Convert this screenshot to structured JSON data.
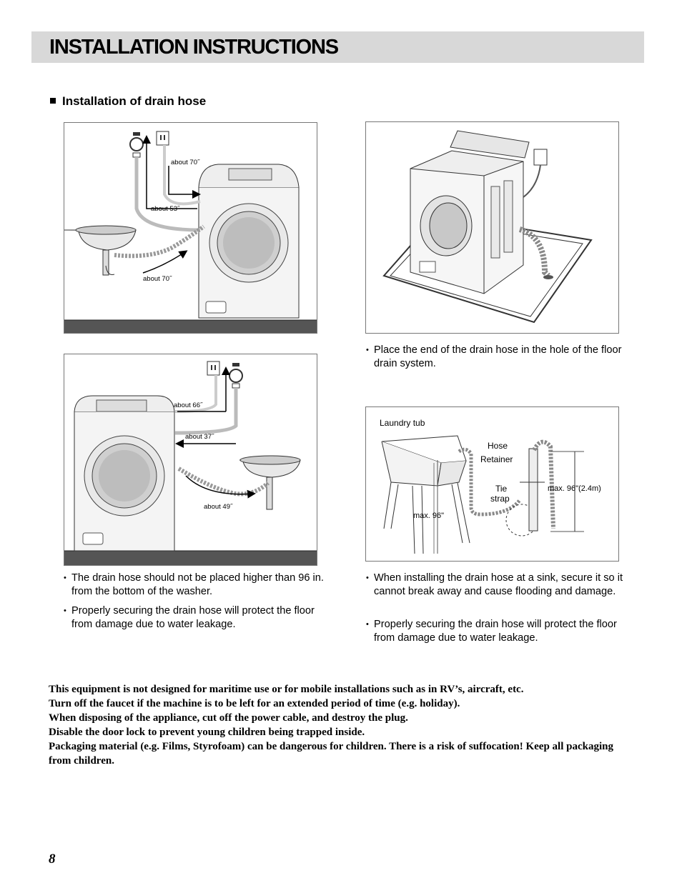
{
  "header": {
    "title": "INSTALLATION INSTRUCTIONS"
  },
  "section": {
    "title": "Installation of drain hose"
  },
  "figure1": {
    "labels": [
      "about 70˝",
      "about 53˝",
      "about 70˝"
    ]
  },
  "figure2": {
    "labels": [
      "about 66˝",
      "about 37˝",
      "about 49˝"
    ]
  },
  "figure4": {
    "laundry_tub": "Laundry tub",
    "hose": "Hose",
    "retainer": "Retainer",
    "tie": "Tie",
    "strap": "strap",
    "max_tub": "max. 96\"",
    "max_right": "max. 96\"(2.4m)"
  },
  "bullets_left": [
    "The drain hose should not be placed higher than 96 in. from the bottom of the washer.",
    "Properly securing the drain hose will protect the floor from damage due to water leakage."
  ],
  "bullets_right_top": [
    "Place the end of the drain hose in the hole of the floor drain system."
  ],
  "bullets_right_bottom": [
    "When installing the drain hose at a sink, secure it so it cannot break away and cause flooding and damage.",
    "Properly securing the drain hose will protect the floor from damage due to water leakage."
  ],
  "warnings": [
    "This equipment is not designed for maritime use or for mobile installations such as in RV’s, aircraft, etc.",
    "Turn off the faucet if the machine is to be left for an extended period of time (e.g. holiday).",
    "When disposing of the appliance, cut off the power cable, and destroy the plug.",
    "Disable the door lock to prevent young children being trapped inside.",
    "Packaging material (e.g. Films, Styrofoam) can be dangerous for children. There is a risk of suffocation!  Keep all packaging from children."
  ],
  "page_number": "8"
}
